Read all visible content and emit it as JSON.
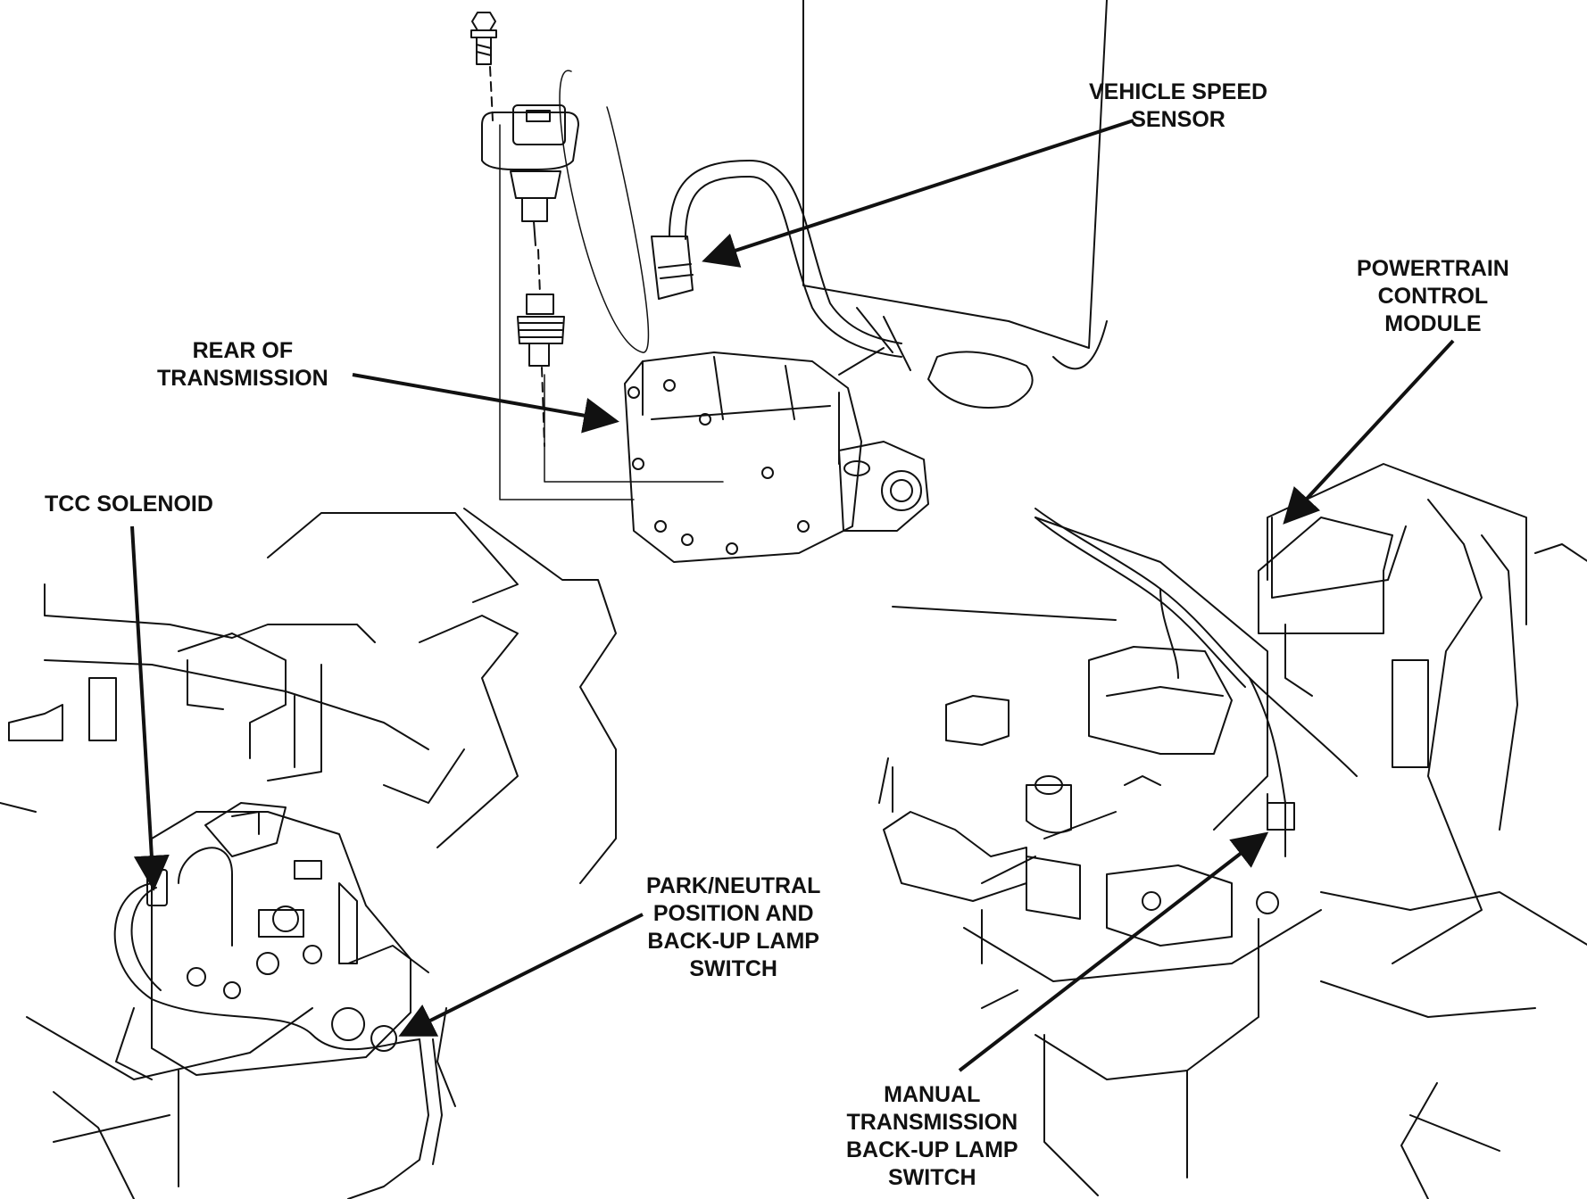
{
  "labels": {
    "vehicle_speed_sensor": [
      "VEHICLE SPEED",
      "SENSOR"
    ],
    "powertrain_control_module": [
      "POWERTRAIN",
      "CONTROL",
      "MODULE"
    ],
    "rear_of_transmission": [
      "REAR OF",
      "TRANSMISSION"
    ],
    "tcc_solenoid": [
      "TCC SOLENOID"
    ],
    "park_neutral_switch": [
      "PARK/NEUTRAL",
      "POSITION AND",
      "BACK-UP LAMP",
      "SWITCH"
    ],
    "manual_backup_switch": [
      "MANUAL",
      "TRANSMISSION",
      "BACK-UP LAMP",
      "SWITCH"
    ]
  },
  "colors": {
    "ink": "#111111",
    "paper": "#ffffff"
  }
}
